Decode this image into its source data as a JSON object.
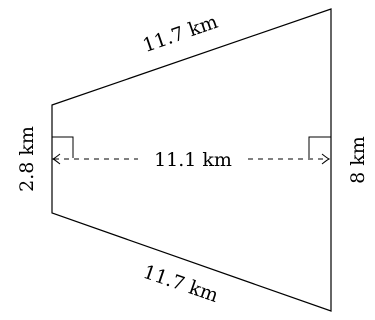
{
  "diagram": {
    "top_side_label": "11.7 km",
    "bottom_side_label": "11.7 km",
    "left_side_label": "2.8 km",
    "right_side_label": "8 km",
    "width_label": "11.1 km",
    "stroke_color": "#000000"
  }
}
